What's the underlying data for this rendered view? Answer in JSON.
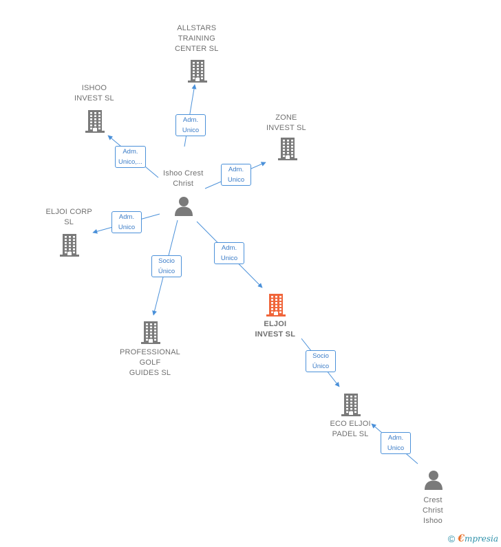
{
  "colors": {
    "building_default": "#7a7a7a",
    "building_highlight": "#f0653a",
    "person": "#7a7a7a",
    "edge": "#4a90d9"
  },
  "nodes": [
    {
      "id": "allstars",
      "type": "building",
      "label": "ALLSTARS\nTRAINING\nCENTER  SL",
      "label_pos": "above",
      "highlight": false
    },
    {
      "id": "ishoo_invest",
      "type": "building",
      "label": "ISHOO\nINVEST  SL",
      "label_pos": "above",
      "highlight": false
    },
    {
      "id": "zone_invest",
      "type": "building",
      "label": "ZONE\nINVEST  SL",
      "label_pos": "above",
      "highlight": false
    },
    {
      "id": "ishoo_crest",
      "type": "person",
      "label": "Ishoo Crest\nChrist",
      "label_pos": "above",
      "highlight": false
    },
    {
      "id": "eljoi_corp",
      "type": "building",
      "label": "ELJOI CORP\nSL",
      "label_pos": "above",
      "highlight": false
    },
    {
      "id": "professional_golf",
      "type": "building",
      "label": "PROFESSIONAL\nGOLF\nGUIDES  SL",
      "label_pos": "below",
      "highlight": false
    },
    {
      "id": "eljoi_invest",
      "type": "building",
      "label": "ELJOI\nINVEST  SL",
      "label_pos": "below",
      "highlight": true
    },
    {
      "id": "eco_eljoi",
      "type": "building",
      "label": "ECO ELJOI\nPADEL  SL",
      "label_pos": "below",
      "highlight": false
    },
    {
      "id": "crest_christ",
      "type": "person",
      "label": "Crest\nChrist\nIshoo",
      "label_pos": "below",
      "highlight": false
    }
  ],
  "edges": [
    {
      "from": "ishoo_crest",
      "to": "allstars",
      "label": "Adm.\nUnico"
    },
    {
      "from": "ishoo_crest",
      "to": "ishoo_invest",
      "label": "Adm.\nUnico,..."
    },
    {
      "from": "ishoo_crest",
      "to": "zone_invest",
      "label": "Adm.\nUnico"
    },
    {
      "from": "ishoo_crest",
      "to": "eljoi_corp",
      "label": "Adm.\nUnico"
    },
    {
      "from": "ishoo_crest",
      "to": "professional_golf",
      "label": "Socio\nÚnico"
    },
    {
      "from": "ishoo_crest",
      "to": "eljoi_invest",
      "label": "Adm.\nUnico"
    },
    {
      "from": "eljoi_invest",
      "to": "eco_eljoi",
      "label": "Socio\nÚnico"
    },
    {
      "from": "crest_christ",
      "to": "eco_eljoi",
      "label": "Adm.\nUnico"
    }
  ],
  "footer": {
    "copyright_symbol": "©",
    "brand_initial": "€",
    "brand_rest": "mpresia"
  }
}
